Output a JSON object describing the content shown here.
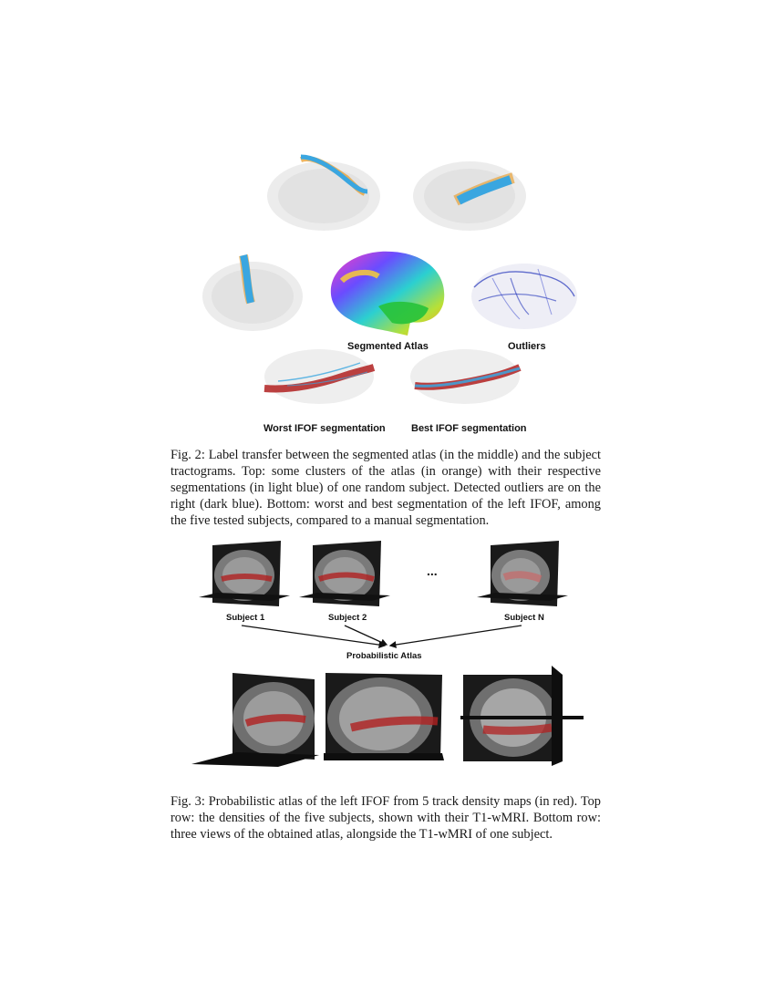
{
  "fig2": {
    "labels": {
      "segmented_atlas": "Segmented Atlas",
      "outliers": "Outliers",
      "worst": "Worst IFOF segmentation",
      "best": "Best IFOF segmentation"
    },
    "caption_lead": "Fig. 2:",
    "caption_text": "Label transfer between the segmented atlas (in the middle) and the subject tractograms. Top: some clusters of the atlas (in orange) with their respective segmentations (in light blue) of one random subject. Detected outliers are on the right (dark blue). Bottom: worst and best segmentation of the left IFOF, among the five tested subjects, compared to a manual segmentation."
  },
  "fig3": {
    "labels": {
      "subject1": "Subject 1",
      "subject2": "Subject 2",
      "ellipsis": "...",
      "subjectN": "Subject N",
      "prob_atlas": "Probabilistic Atlas"
    },
    "caption_lead": "Fig. 3:",
    "caption_text": "Probabilistic atlas of the left IFOF from 5 track density maps (in red). Top row: the densities of the five subjects, shown with their T1-wMRI. Bottom row: three views of the obtained atlas, alongside the T1-wMRI of one subject."
  },
  "colors": {
    "atlas_orange": "#e8a33a",
    "segmentation_light_blue": "#3aa6e0",
    "outlier_dark_blue": "#2233bb",
    "density_red": "#b02020"
  }
}
